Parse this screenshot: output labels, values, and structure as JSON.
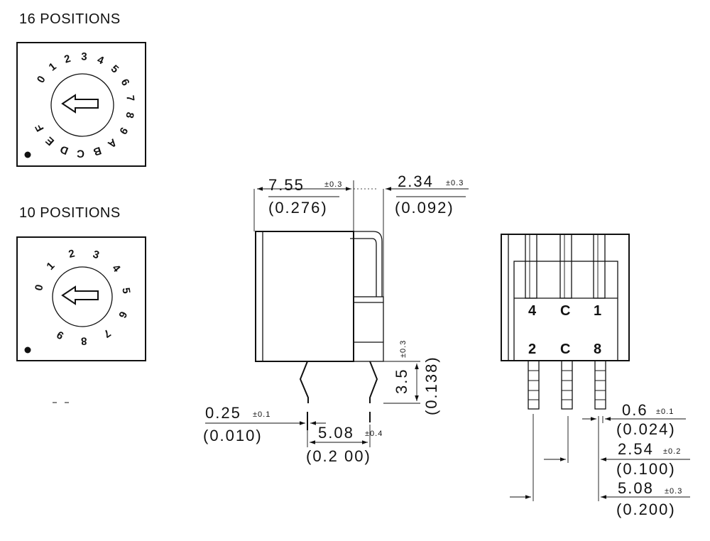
{
  "title_16": "16 POSITIONS",
  "title_10": "10 POSITIONS",
  "dial16_labels": [
    "0",
    "1",
    "2",
    "3",
    "4",
    "5",
    "6",
    "7",
    "8",
    "9",
    "A",
    "B",
    "C",
    "D",
    "E",
    "F"
  ],
  "dial10_labels": [
    "0",
    "1",
    "2",
    "3",
    "4",
    "5",
    "6",
    "7",
    "8",
    "9"
  ],
  "dim_width": {
    "value": "7.55",
    "tol": "±0.3",
    "inch": "(0.276)"
  },
  "dim_lead": {
    "value": "2.34",
    "tol": "±0.3",
    "inch": "(0.092)"
  },
  "dim_pin_len": {
    "value": "3.5",
    "tol": "±0.3",
    "inch": "(0.138)"
  },
  "dim_pin_thk": {
    "value": "0.25",
    "tol": "±0.1",
    "inch": "(0.010)"
  },
  "dim_pin_pitch": {
    "value": "5.08",
    "tol": "±0.4",
    "inch": "(0.2 00)"
  },
  "pins_top": [
    "4",
    "C",
    "1"
  ],
  "pins_bottom": [
    "2",
    "C",
    "8"
  ],
  "dim_pin_w": {
    "value": "0.6",
    "tol": "±0.1",
    "inch": "(0.024)"
  },
  "dim_254": {
    "value": "2.54",
    "tol": "±0.2",
    "inch": "(0.100)"
  },
  "dim_508": {
    "value": "5.08",
    "tol": "±0.3",
    "inch": "(0.200)"
  }
}
